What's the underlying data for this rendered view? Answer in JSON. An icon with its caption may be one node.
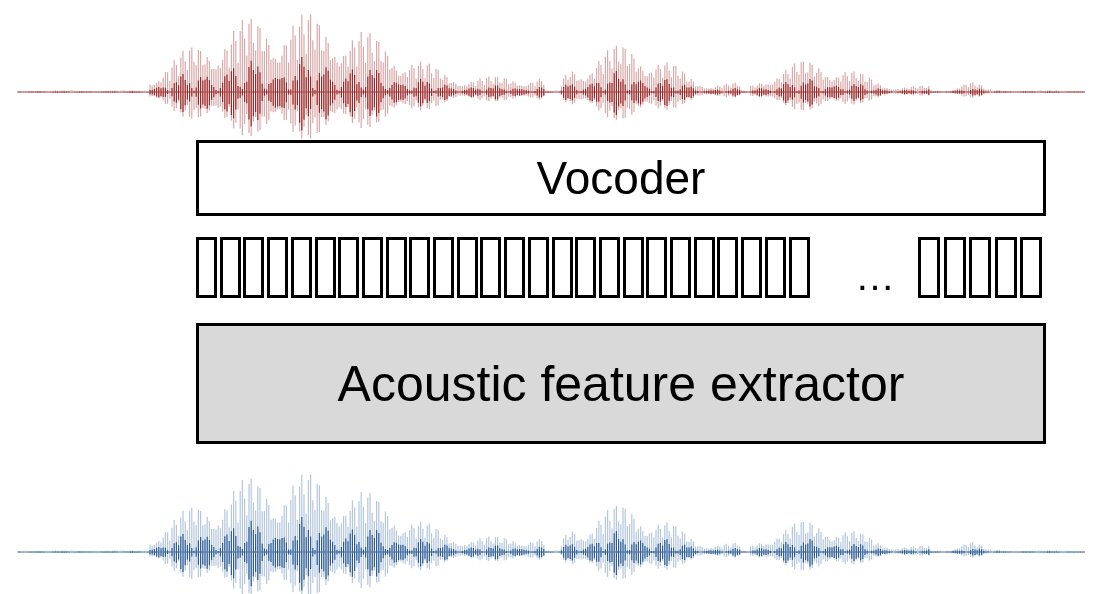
{
  "diagram": {
    "nodes": [
      {
        "text": [
          "Vocoder"
        ]
      },
      {
        "text": [],
        "shape": "box"
      },
      {
        "text": [],
        "shape": "box"
      },
      {
        "text": [],
        "shape": "box"
      },
      {
        "text": [],
        "shape": "box"
      },
      {
        "text": [],
        "shape": "box"
      },
      {
        "text": [],
        "shape": "box"
      },
      {
        "text": [],
        "shape": "box"
      },
      {
        "text": [],
        "shape": "box"
      },
      {
        "text": [],
        "shape": "box"
      },
      {
        "text": [],
        "shape": "box"
      },
      {
        "text": [],
        "shape": "box"
      },
      {
        "text": [],
        "shape": "box"
      },
      {
        "text": [],
        "shape": "box"
      },
      {
        "text": [],
        "shape": "box"
      },
      {
        "text": [],
        "shape": "box"
      },
      {
        "text": [],
        "shape": "box"
      },
      {
        "text": [],
        "shape": "box"
      },
      {
        "text": [],
        "shape": "box"
      },
      {
        "text": [],
        "shape": "box"
      },
      {
        "text": [],
        "shape": "box"
      },
      {
        "text": [],
        "shape": "box"
      },
      {
        "text": [],
        "shape": "box"
      },
      {
        "text": [],
        "shape": "box"
      },
      {
        "text": [],
        "shape": "box"
      },
      {
        "text": [],
        "shape": "box"
      },
      {
        "text": [],
        "shape": "box"
      },
      {
        "text": [],
        "shape": "box"
      },
      {
        "text": [],
        "shape": "box"
      },
      {
        "text": [],
        "shape": "box"
      },
      {
        "text": [],
        "shape": "box"
      },
      {
        "text": [],
        "shape": "box"
      },
      {
        "text": [
          "Acoustic feature extractor"
        ]
      }
    ],
    "labels": [
      "…"
    ]
  }
}
